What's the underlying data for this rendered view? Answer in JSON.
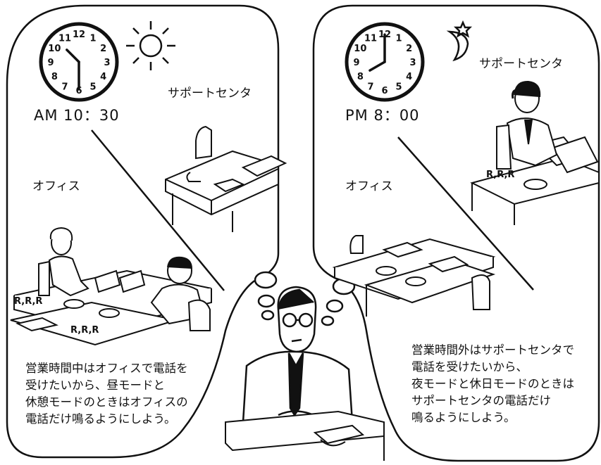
{
  "left_panel": {
    "time_label": "AM 10：30",
    "support_label": "サポートセンタ",
    "office_label": "オフィス",
    "rrr_top": "R,R,R",
    "rrr_bottom": "R,R,R",
    "message": "営業時間中はオフィスで電話を\n受けたいから、昼モードと\n休憩モードのときはオフィスの\n電話だけ鳴るようにしよう。",
    "clock": {
      "hour": 10,
      "minute": 30
    },
    "icon": "sun-icon"
  },
  "right_panel": {
    "time_label": "PM 8：00",
    "support_label": "サポートセンタ",
    "office_label": "オフィス",
    "rrr": "R,R,R",
    "message": "営業時間外はサポートセンタで\n電話を受けたいから、\n夜モードと休日モードのときは\nサポートセンタの電話だけ\n鳴るようにしよう。",
    "clock": {
      "hour": 8,
      "minute": 0
    },
    "icon": "moon-star-icon"
  },
  "clock_numbers": [
    "12",
    "1",
    "2",
    "3",
    "4",
    "5",
    "6",
    "7",
    "8",
    "9",
    "10",
    "11"
  ]
}
